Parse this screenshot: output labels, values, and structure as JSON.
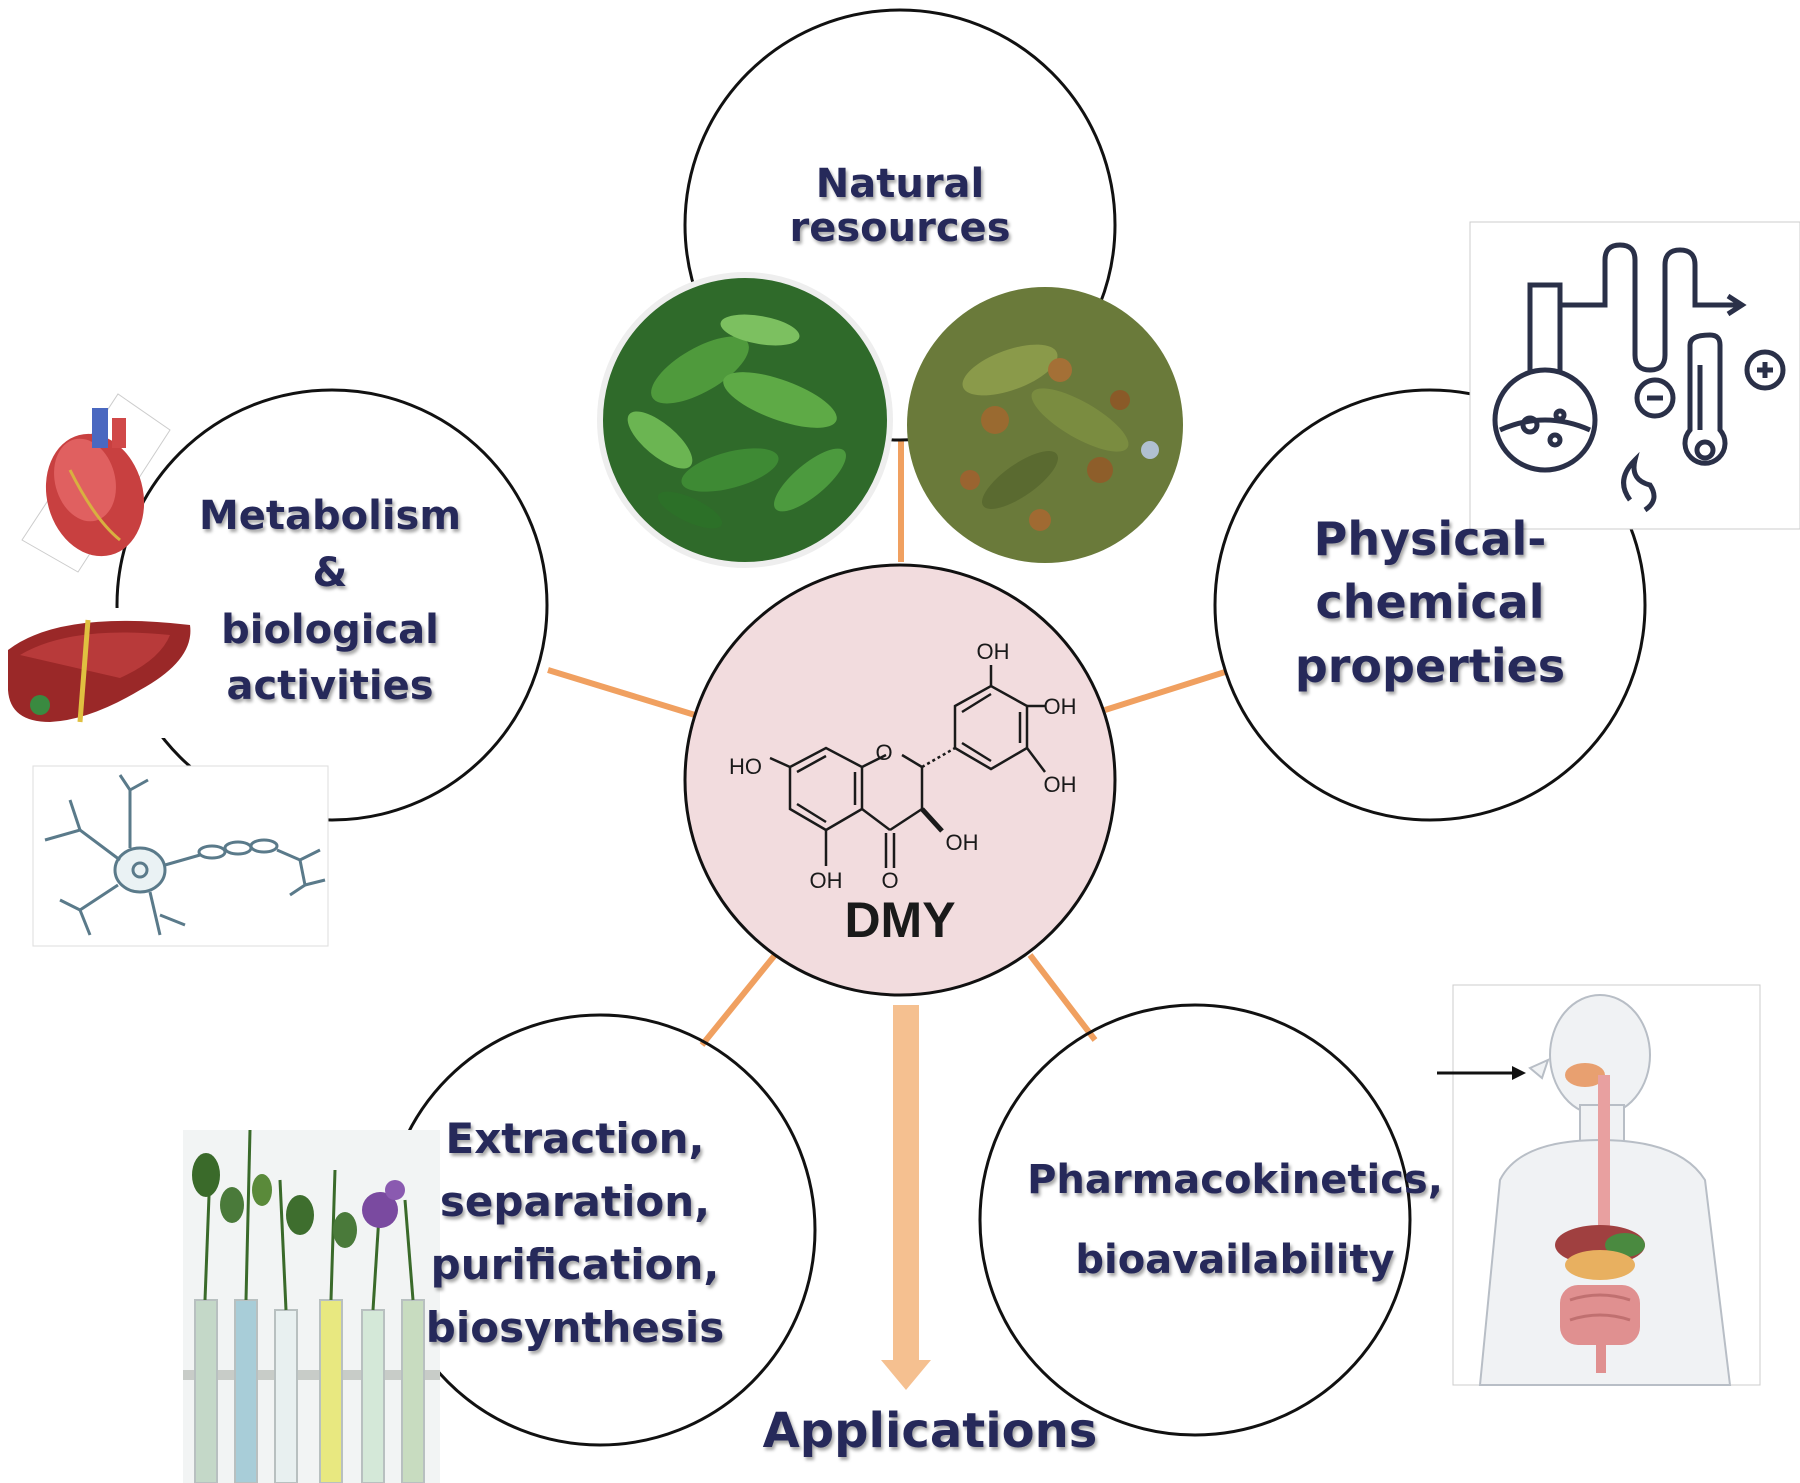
{
  "center": {
    "name": "DMY",
    "fill": "#f2dcde",
    "atoms": {
      "oh": "OH",
      "ho": "HO",
      "o": "O"
    }
  },
  "nodes": {
    "natural_resources": {
      "lines": [
        "Natural",
        "resources"
      ]
    },
    "physical_chemical": {
      "lines": [
        "Physical-",
        "chemical",
        "properties"
      ]
    },
    "metabolism": {
      "lines": [
        "Metabolism",
        "&",
        "biological",
        "activities"
      ]
    },
    "extraction": {
      "lines": [
        "Extraction,",
        "separation,",
        "purification,",
        "biosynthesis"
      ]
    },
    "pharmacokinetics": {
      "lines": [
        "Pharmacokinetics,",
        "bioavailability"
      ]
    }
  },
  "applications": {
    "label": "Applications"
  },
  "colors": {
    "connector": "#f0a060",
    "arrow": "#f5c090",
    "text": "#26295a",
    "circle_stroke": "#111111"
  }
}
